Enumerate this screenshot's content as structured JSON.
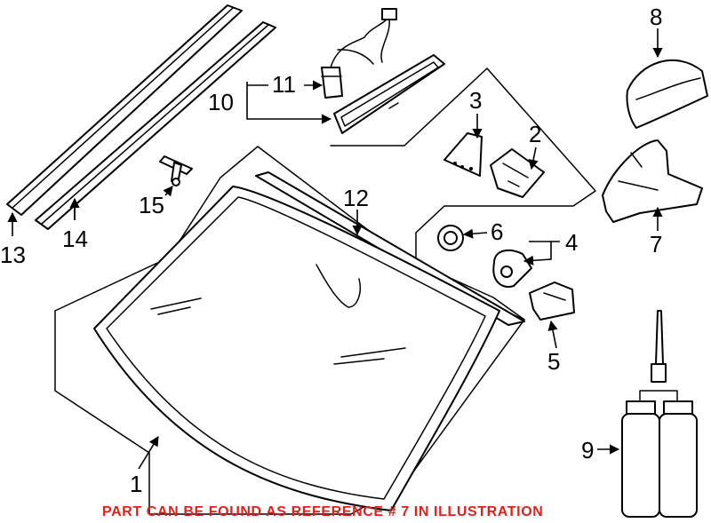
{
  "diagram": {
    "callouts": {
      "c1": "1",
      "c2": "2",
      "c3": "3",
      "c4": "4",
      "c5": "5",
      "c6": "6",
      "c7": "7",
      "c8": "8",
      "c9": "9",
      "c10": "10",
      "c11": "11",
      "c12": "12",
      "c13": "13",
      "c14": "14",
      "c15": "15"
    },
    "notice": "PART CAN BE FOUND AS REFERENCE # 7 IN ILLUSTRATION",
    "colors": {
      "line": "#000000",
      "background": "#ffffff",
      "notice": "#e0201b"
    }
  }
}
